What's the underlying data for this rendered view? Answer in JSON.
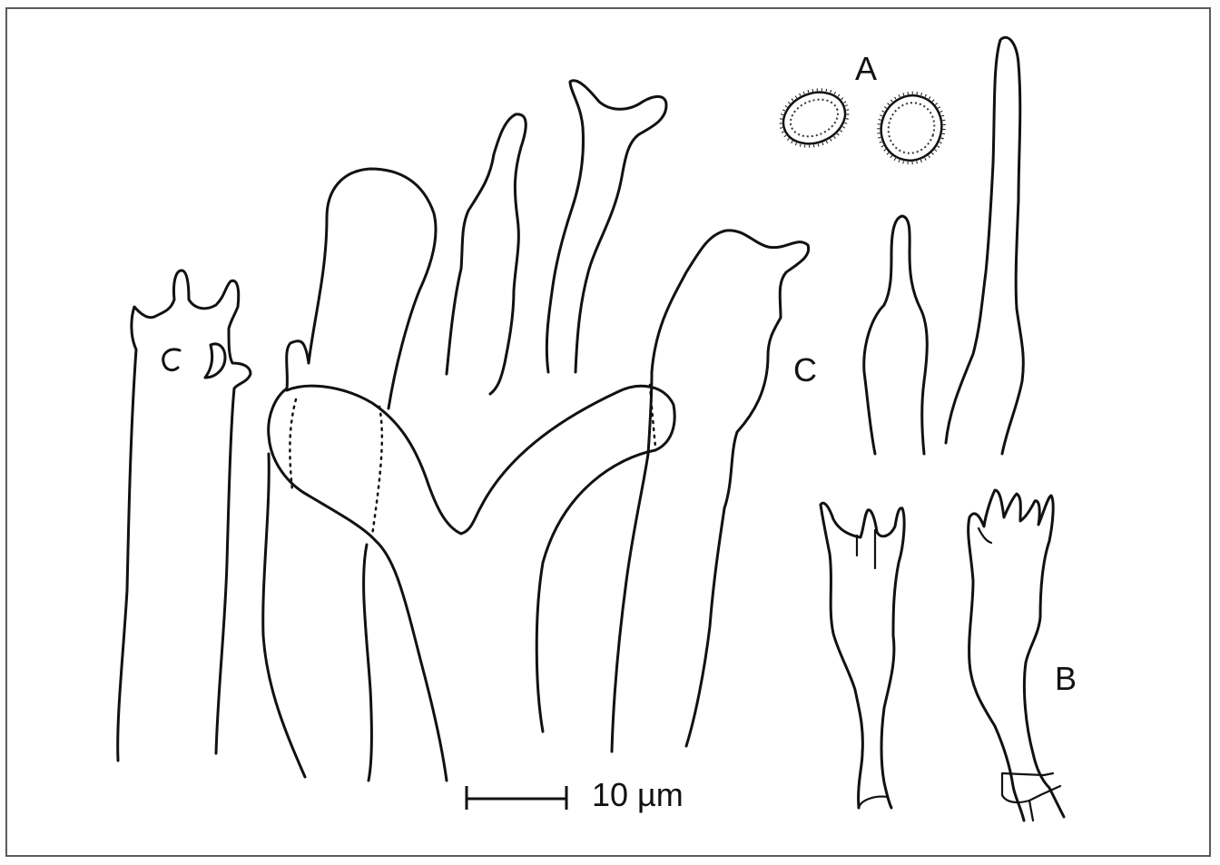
{
  "figure": {
    "labels": {
      "a": "A",
      "b": "B",
      "c": "C"
    },
    "scale_bar": {
      "text": "10 µm"
    }
  },
  "colors": {
    "ink": "#111111",
    "background": "#ffffff",
    "frame": "#5a5a5a"
  }
}
